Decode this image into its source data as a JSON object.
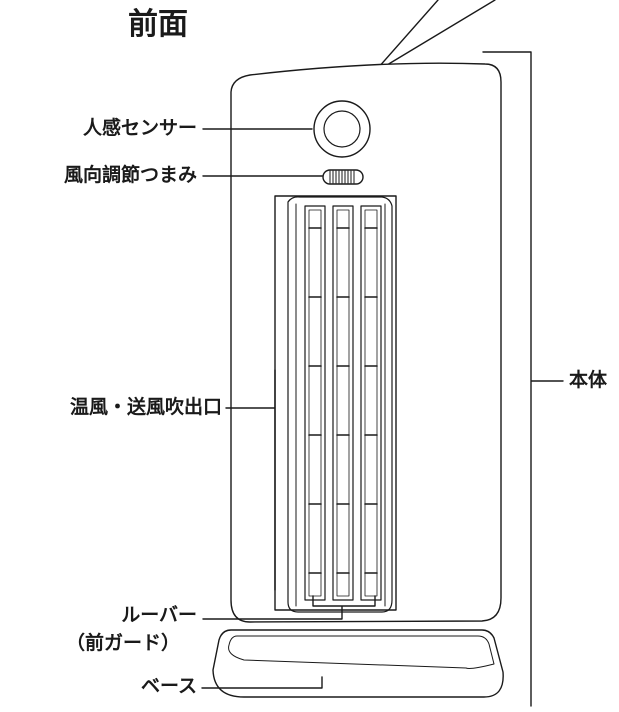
{
  "title": "前面",
  "labels": {
    "sensor": "人感センサー",
    "dial": "風向調節つまみ",
    "outlet": "温風・送風吹出口",
    "louver_line1": "ルーバー",
    "louver_line2": "（前ガード）",
    "base": "ベース",
    "body": "本体"
  }
}
